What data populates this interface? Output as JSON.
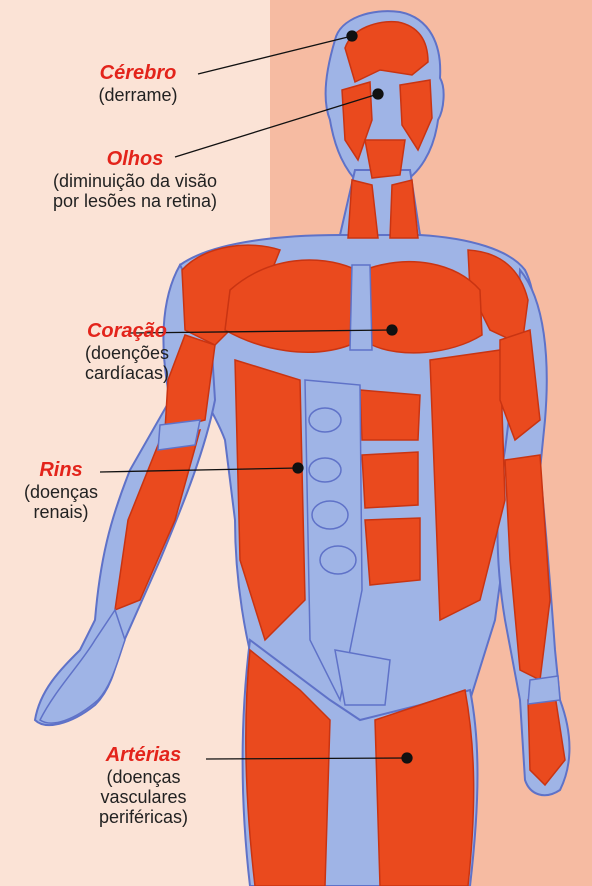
{
  "colors": {
    "background_left": "#fbe3d6",
    "background_right": "#f6bba2",
    "muscle": "#ea4a1e",
    "muscle_dark": "#c93412",
    "tendon": "#9fb4e6",
    "tendon_dark": "#5f72c8",
    "title_red": "#e3241b"
  },
  "labels": {
    "brain": {
      "title": "Cérebro",
      "desc_lines": [
        "(derrame)"
      ]
    },
    "eyes": {
      "title": "Olhos",
      "desc_lines": [
        "(diminuição da visão",
        "por lesões na retina)"
      ]
    },
    "heart": {
      "title": "Coração",
      "desc_lines": [
        "(doenções",
        "cardíacas)"
      ]
    },
    "kidneys": {
      "title": "Rins",
      "desc_lines": [
        "(doenças",
        "renais)"
      ]
    },
    "arteries": {
      "title": "Artérias",
      "desc_lines": [
        "(doenças",
        "vasculares",
        "periféricas)"
      ]
    }
  }
}
